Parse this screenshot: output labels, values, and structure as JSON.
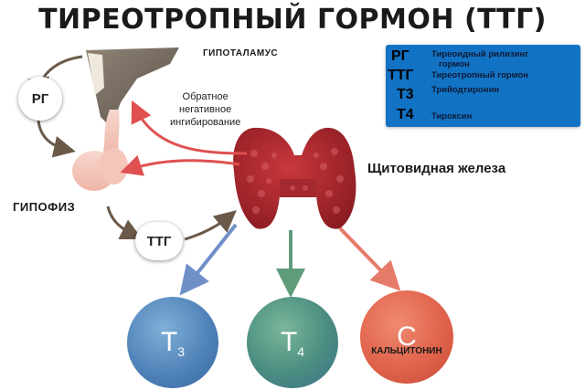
{
  "title": "ТИРЕОТРОПНЫЙ ГОРМОН (ТТГ)",
  "labels": {
    "hypothalamus": "ГИПОТАЛАМУС",
    "pituitary": "ГИПОФИЗ",
    "feedback_line1": "Обратное",
    "feedback_line2": "негативное",
    "feedback_line3": "ингибирование",
    "thyroid": "Щитовидная железа"
  },
  "badges": {
    "rg": "РГ",
    "ttg": "ТТГ"
  },
  "legend": [
    {
      "abbr": "РГ",
      "text_line1": "Тиреоидный рилизинг",
      "text_line2": "гормон"
    },
    {
      "abbr": "ТТГ",
      "text_line1": "Тиреотропный гормон",
      "text_line2": ""
    },
    {
      "abbr": "Т3",
      "text_line1": "Трийодтиронин",
      "text_line2": ""
    },
    {
      "abbr": "Т4",
      "text_line1": "Тироксин",
      "text_line2": ""
    }
  ],
  "hormones": [
    {
      "letter": "T",
      "sub": "3",
      "label": "",
      "color": "#4c7fb6"
    },
    {
      "letter": "T",
      "sub": "4",
      "label": "",
      "color": "#4a8d80"
    },
    {
      "letter": "C",
      "sub": "",
      "label": "КАЛЬЦИТОНИН",
      "color": "#e0634b"
    }
  ],
  "colors": {
    "legend_bg": "#1272c4",
    "feedback_arrow": "#e05050",
    "flow_arrow": "#6b5a4a",
    "thyroid": "#a8232a"
  }
}
